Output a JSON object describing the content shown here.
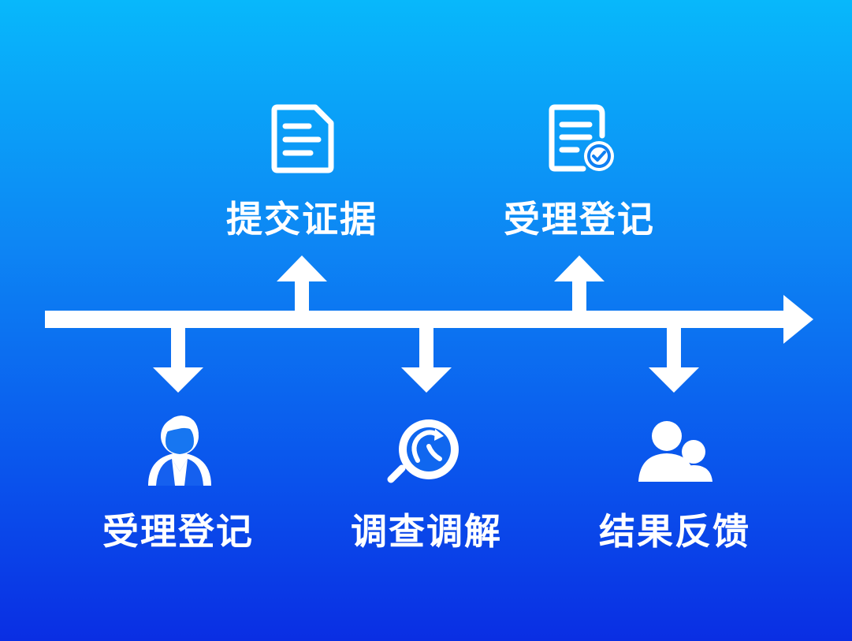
{
  "steps": [
    {
      "label": "提交证据",
      "icon": "document-icon",
      "position": "above"
    },
    {
      "label": "受理登记",
      "icon": "document-check-icon",
      "position": "above"
    },
    {
      "label": "受理登记",
      "icon": "person-icon",
      "position": "below"
    },
    {
      "label": "调查调解",
      "icon": "search-refresh-icon",
      "position": "below"
    },
    {
      "label": "结果反馈",
      "icon": "users-icon",
      "position": "below"
    }
  ],
  "colors": {
    "background_top": "#08b8fb",
    "background_bottom": "#0a2ee3",
    "foreground": "#ffffff"
  }
}
